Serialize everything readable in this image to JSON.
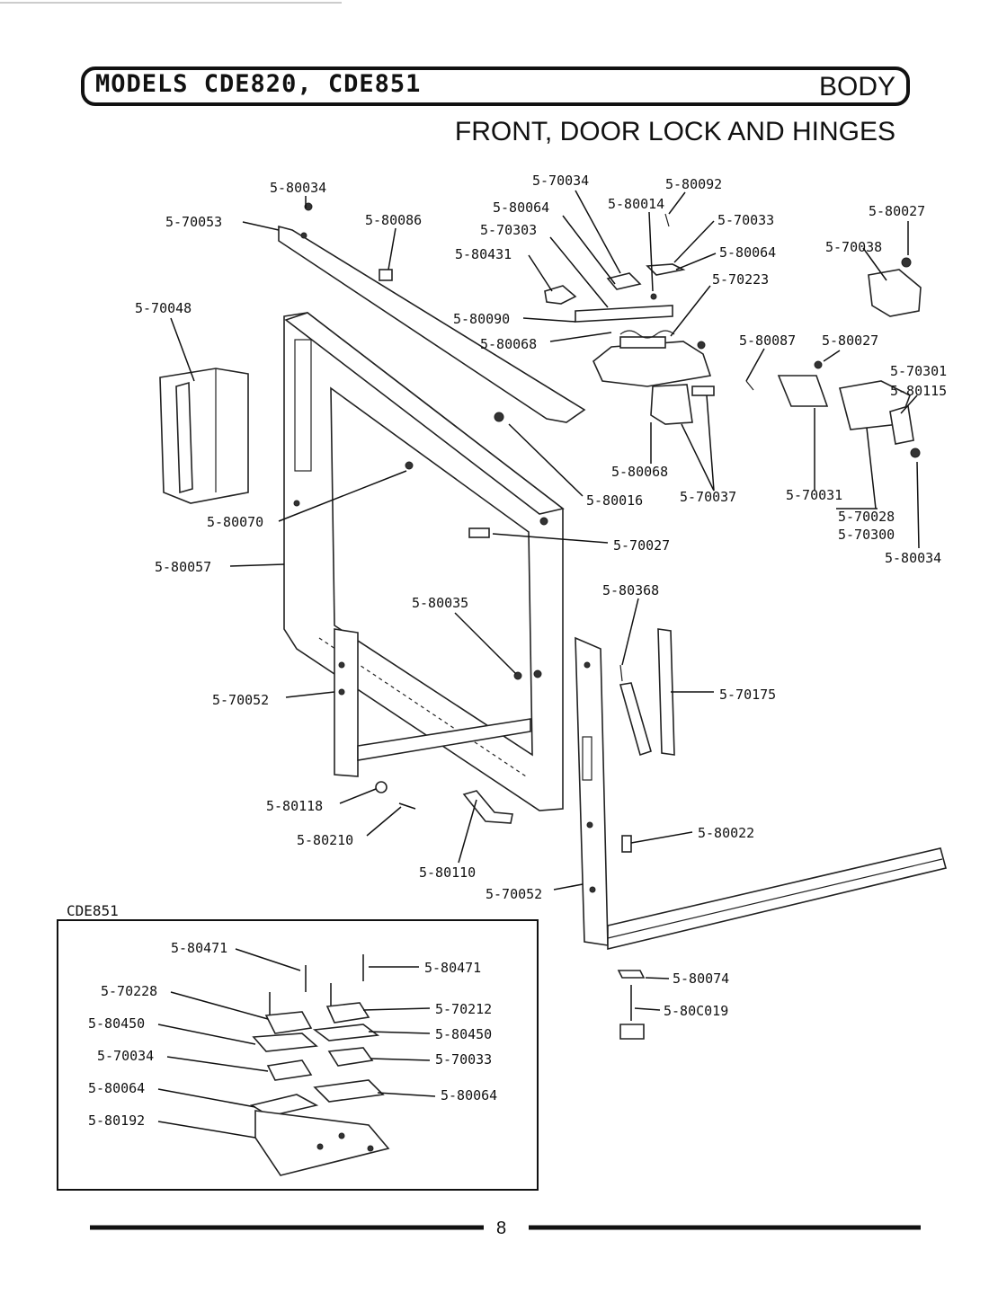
{
  "header": {
    "models": "MODELS CDE820, CDE851",
    "section": "BODY",
    "subtitle": "FRONT, DOOR LOCK AND HINGES"
  },
  "inset": {
    "label": "CDE851"
  },
  "footer": {
    "page_number": "8"
  },
  "parts": [
    "5-80034",
    "5-70053",
    "5-80086",
    "5-70048",
    "5-70034",
    "5-80064",
    "5-70303",
    "5-80431",
    "5-80014",
    "5-80092",
    "5-70033",
    "5-80064",
    "5-70223",
    "5-80090",
    "5-80068",
    "5-80027",
    "5-70038",
    "5-80087",
    "5-80027",
    "5-70301",
    "5-80115",
    "5-80068",
    "5-70037",
    "5-70031",
    "5-70028",
    "5-70300",
    "5-80034",
    "5-80016",
    "5-80070",
    "5-70027",
    "5-80057",
    "5-80035",
    "5-80368",
    "5-70175",
    "5-70052",
    "5-80118",
    "5-80210",
    "5-80110",
    "5-80022",
    "5-70052",
    "5-80471",
    "5-80471",
    "5-70228",
    "5-70212",
    "5-80450",
    "5-80450",
    "5-70034",
    "5-70033",
    "5-80064",
    "5-80064",
    "5-80192",
    "5-80074",
    "5-80C019"
  ]
}
